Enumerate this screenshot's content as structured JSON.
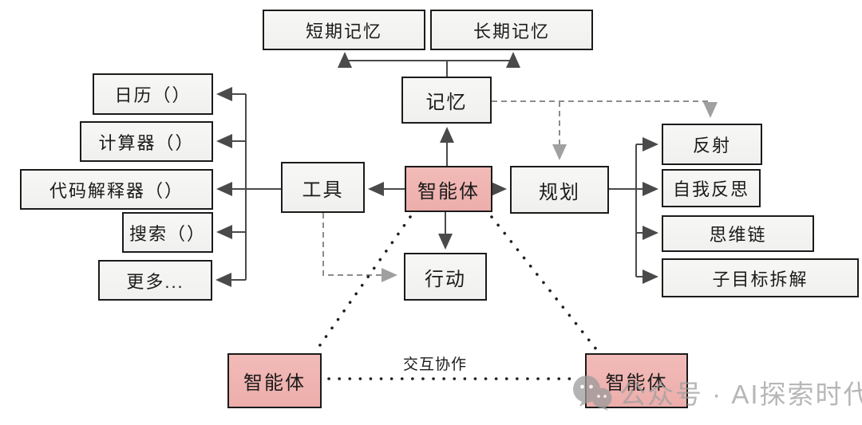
{
  "diagram": {
    "nodes": {
      "short_term_memory": "短期记忆",
      "long_term_memory": "长期记忆",
      "memory": "记忆",
      "agent_center": "智能体",
      "tools": "工具",
      "planning": "规划",
      "action": "行动",
      "calendar": "日历（）",
      "calculator": "计算器（）",
      "code_interpreter": "代码解释器（）",
      "search": "搜索（）",
      "more": "更多...",
      "reflection": "反射",
      "self_reflection": "自我反思",
      "chain_of_thought": "思维链",
      "subgoal_decomposition": "子目标拆解",
      "agent_left": "智能体",
      "agent_right": "智能体"
    },
    "edge_label_collaboration": "交互协作",
    "colors": {
      "agent_fill": "#efb4b1",
      "box_fill": "#f4f4f2",
      "border": "#1b1b1b",
      "solid_line": "#4a4a4a",
      "dashed_line": "#8c8c8c",
      "dotted_line": "#1f1f1f"
    }
  },
  "watermark": {
    "icon": "wechat-icon",
    "text": "公众号 · AI探索时代",
    "color": "#9f9f9f"
  }
}
